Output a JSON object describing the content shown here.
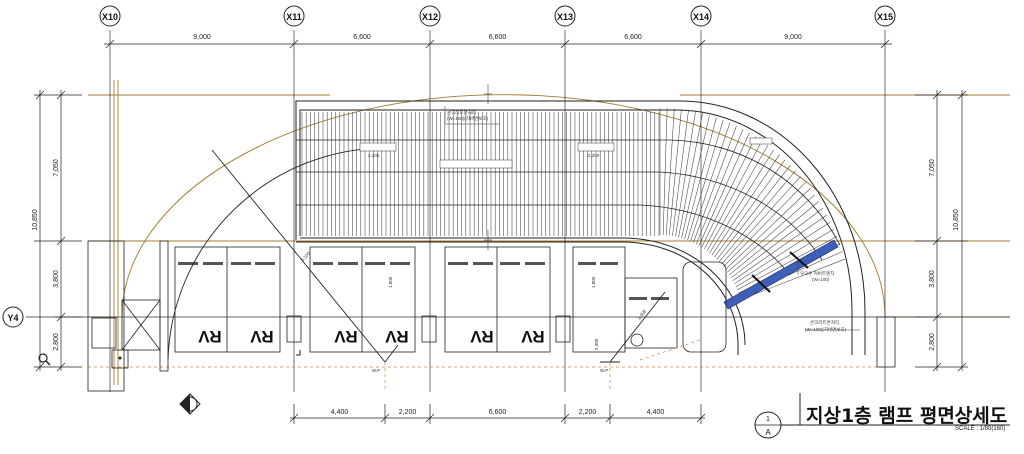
{
  "grid_x": [
    {
      "label": "X10"
    },
    {
      "label": "X11"
    },
    {
      "label": "X12"
    },
    {
      "label": "X13"
    },
    {
      "label": "X14"
    },
    {
      "label": "X15"
    }
  ],
  "grid_y": [
    {
      "label": "Y4"
    }
  ],
  "top_dims": [
    "9,000",
    "6,600",
    "6,600",
    "6,600",
    "9,000"
  ],
  "bottom_dims": [
    "4,400",
    "2,200",
    "6,600",
    "2,200",
    "4,400"
  ],
  "left_dims": [
    "7,050",
    "3,800",
    "2,800"
  ],
  "left_total": "10,850",
  "right_dims": [
    "7,050",
    "3,800",
    "2,800"
  ],
  "right_total": "10,850",
  "annotations": {
    "note1a": "콘크리트면처리",
    "note1b": "(W=100)(치바면보호)",
    "note2a": "우오수 커버트렌치",
    "note2b": "(W=100)",
    "note3a": "콘크리트면처리",
    "note3b": "(W=100)(치바면보호)",
    "dim_2200": "2,200",
    "dim_3100": "3,100",
    "dim_1800": "1,800",
    "dim_2300": "2,300",
    "dim_4500": "4,500",
    "wp": "W.P",
    "rv": "RV"
  },
  "title_block": {
    "number": "1",
    "sheet": "A",
    "title": "지상1층 램프 평면상세도",
    "scale": "SCALE : 1/80(160)"
  },
  "colors": {
    "line": "#222222",
    "accent": "#a07c2c",
    "trench": "#3e5fb8",
    "dashed": "#b98b3c"
  }
}
